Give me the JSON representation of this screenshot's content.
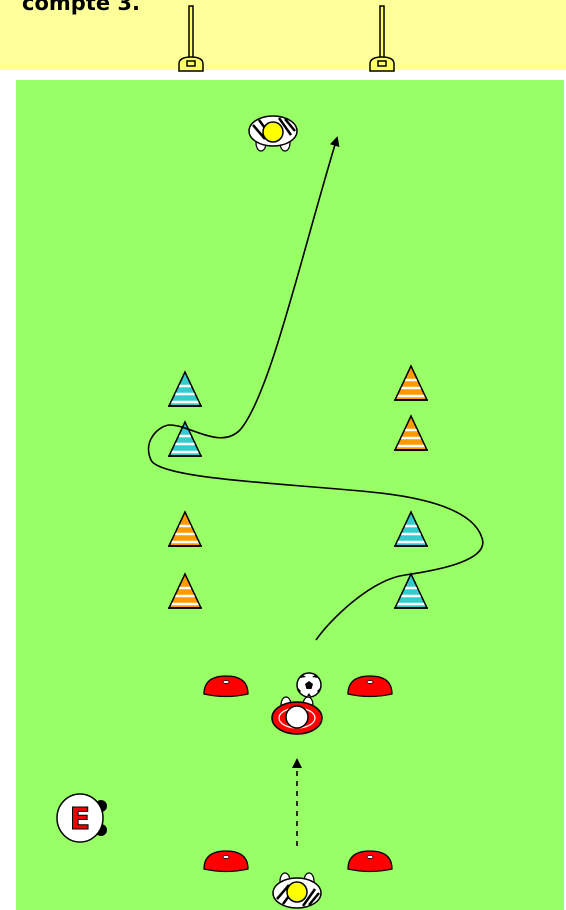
{
  "caption": "compte 3.",
  "colors": {
    "header": "#FFFF99",
    "field": "#99FF66",
    "border": "#FFFFFF",
    "cone_blue": "#33CCCC",
    "cone_orange": "#FF9900",
    "marker_red": "#FF0000",
    "player_yellow": "#FFFF00",
    "pole": "#FFFF66"
  },
  "icons": {
    "goal_pole": "goal-post-icon",
    "cone": "training-cone-icon",
    "marker": "flat-marker-icon",
    "player": "player-topview-icon",
    "ball": "soccer-ball-icon",
    "coach": "coach-e-icon"
  },
  "coach_letter": "E",
  "cones": [
    {
      "color": "blue"
    },
    {
      "color": "orange"
    },
    {
      "color": "blue"
    },
    {
      "color": "orange"
    },
    {
      "color": "orange"
    },
    {
      "color": "blue"
    },
    {
      "color": "orange"
    },
    {
      "color": "blue"
    }
  ]
}
